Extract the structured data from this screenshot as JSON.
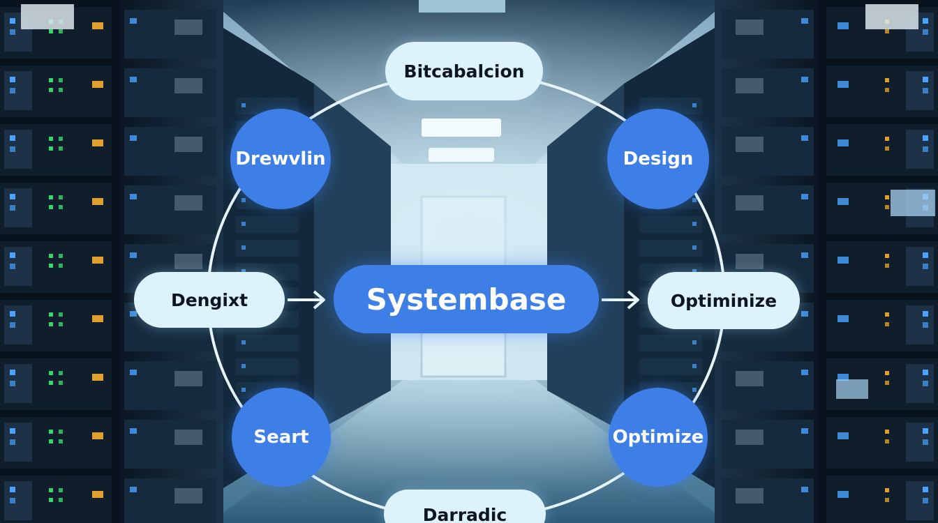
{
  "diagram": {
    "center": {
      "label": "Systembase"
    },
    "nodes": {
      "top": {
        "label": "Bitcabalcion"
      },
      "upper_left": {
        "label": "Drewvlin"
      },
      "upper_right": {
        "label": "Design"
      },
      "left": {
        "label": "Dengixt"
      },
      "right": {
        "label": "Optiminize"
      },
      "lower_left": {
        "label": "Seart"
      },
      "lower_right": {
        "label": "Optimize"
      },
      "bottom": {
        "label": "Darradic"
      }
    },
    "connections": [
      {
        "from": "Dengixt",
        "to": "Systembase"
      },
      {
        "from": "Systembase",
        "to": "Optiminize"
      }
    ]
  },
  "colors": {
    "node_blue": "#3d7fe6",
    "node_light": "#ddf3fb",
    "ring_line": "#e8f4fb",
    "background": "#0b1a2c"
  }
}
